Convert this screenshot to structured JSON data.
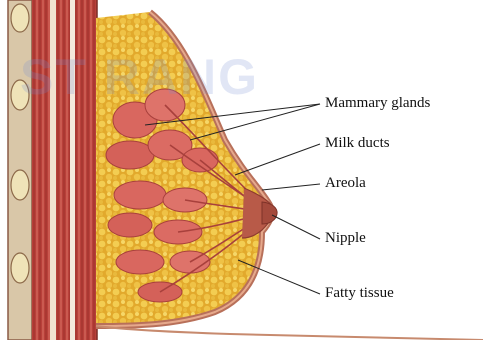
{
  "diagram": {
    "labels": {
      "mammary_glands": "Mammary glands",
      "milk_ducts": "Milk ducts",
      "areola": "Areola",
      "nipple": "Nipple",
      "fatty_tissue": "Fatty tissue"
    }
  },
  "watermark": {
    "text": "ST  RANG",
    "color": "#8ea2df"
  },
  "colors": {
    "fat": "#e8b83a",
    "gland": "#d9675f",
    "skin": "#c07658",
    "muscle": "#b33b34",
    "leader_line": "#222222"
  }
}
